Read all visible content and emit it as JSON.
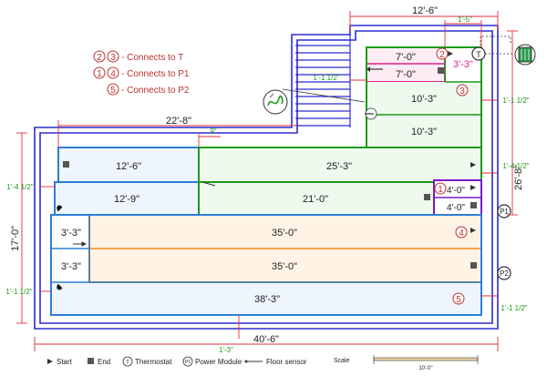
{
  "legend": {
    "t_label": "- Connects to T",
    "p1_label": "- Connects to P1",
    "p2_label": "- Connects to P2",
    "n1": "1",
    "n2": "2",
    "n3": "3",
    "n4": "4",
    "n5": "5"
  },
  "dimensions": {
    "top_width": "12'-6\"",
    "top_right_small": "1'-5\"",
    "left_overall": "22'-8\"",
    "inch9": "9\"",
    "stair_offset": "1'-1 1/2\"",
    "right_offset_top": "1'-1 1/2\"",
    "right_offset_mid": "1'-4 1/2\"",
    "right_height": "26'-8\"",
    "left_offset": "1'-4 1/2\"",
    "left_height": "17'-0\"",
    "left_bottom_offset": "1'-1 1/2\"",
    "right_bottom_offset": "1'-1 1/2\"",
    "bottom_offset": "1'-3\"",
    "bottom_width": "40'-6\""
  },
  "loops": {
    "pink_top": "7'-0\"",
    "pink_bottom": "7'-0\"",
    "small_right": "3'-3\"",
    "z3_top": "10'-3\"",
    "z3_bottom": "10'-3\"",
    "z1_left": "12'-6\"",
    "z1_right": "25'-3\"",
    "z2_left": "12'-9\"",
    "z2_right": "21'-0\"",
    "purple_top": "4'-0\"",
    "purple_bottom": "4'-0\"",
    "orange_small_top": "3'-3\"",
    "orange_top": "35'-0\"",
    "orange_small_bottom": "3'-3\"",
    "orange_bottom": "35'-0\"",
    "blue_bottom": "38'-3\""
  },
  "markers": {
    "thermostat": "T",
    "p1": "P1",
    "p2": "P2"
  },
  "key": {
    "start": "Start",
    "end": "End",
    "thermostat": "Thermostat",
    "power_module": "Power Module",
    "floor_sensor": "Floor sensor",
    "pm_symbol": "P1",
    "t_symbol": "T"
  },
  "scale": {
    "label": "Scale",
    "value": "10'-0\""
  },
  "colors": {
    "outline": "#2b2bd1",
    "dim": "#e0303a",
    "green": "#1a9a1a",
    "blue": "#2d7fd3",
    "orange": "#f08a1a",
    "pink": "#e0228a",
    "purple": "#7a1ac8",
    "fill_blue": "#eef5fd",
    "fill_orange": "#fff3e6",
    "fill_green": "#eefaee",
    "fill_pink": "#fdecf4"
  }
}
